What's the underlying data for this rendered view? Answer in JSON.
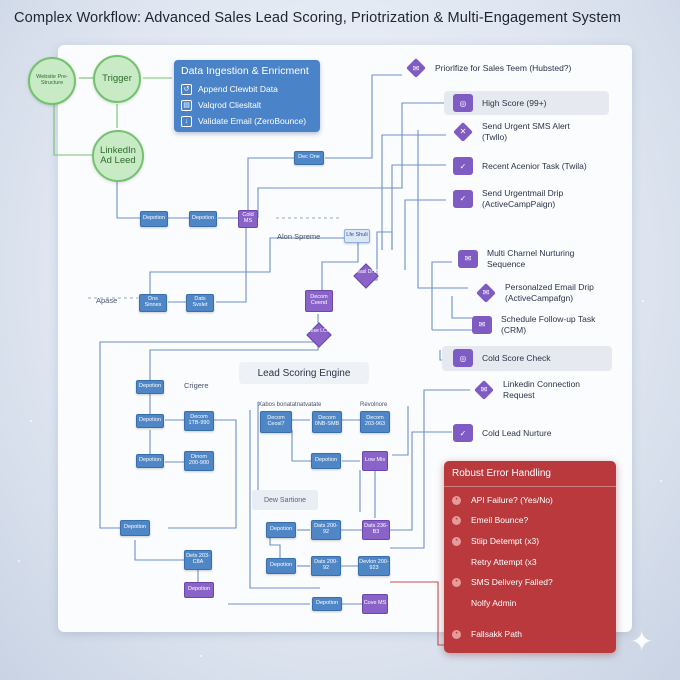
{
  "title": "Complex Workflow: Advanced Sales Lead Scoring, Priotrization & Multi-Engagement System",
  "sources": {
    "website": "Website Pre-Structure",
    "trigger": "Trigger",
    "linkedin": "LinkedIn Ad Leed"
  },
  "ingestion": {
    "heading": "Data Ingestion & Enricment",
    "items": [
      "Append Clewbit Data",
      "Valqrod Cliesltalt",
      "Validate Email (ZeroBounce)"
    ]
  },
  "flow_boxes": {
    "dec_one": "Dec One",
    "depotion": "Depotion",
    "cold_ms": "Cold MS",
    "alon_spreme": "Alon Spreme",
    "lfe_shuli": "Lfe Shuli",
    "apase": "Apase",
    "dns_sinnes": "Dns Sinnes",
    "dats_svslet": "Dats Svslet",
    "cead_dhb": "Ceasl DHB",
    "decom_ceend": "Decom Ceend",
    "cose_lcil": "Cose LCIL",
    "crigere": "Crigere",
    "decom_1": "Decom 1TB-990",
    "dinom": "Dinom 200-900",
    "depotion_label": "Depotion"
  },
  "engine": {
    "title": "Lead Scoring Engine",
    "header_text": "Xabos bonatatnatvatate",
    "header_text_2": "Revolnore",
    "decom_ceosl": "Decom Ceosl7",
    "decom_onb": "Decom 0NB-SMB",
    "decom_200": "Decom 203-963",
    "low_mis": "Low Mis",
    "dew_sartione": "Dew Sartione",
    "dats_1": "Dats 200-92",
    "dats_2": "Dats 236-B3",
    "dats_3": "Dats 200-92",
    "devlon": "Devlon 200-923",
    "dets_203": "Dets 203-C8A",
    "cove_ms": "Cove MS"
  },
  "right_items": [
    {
      "label": "Priorlfize for Sales Teem (Hubsted?)",
      "icon": "diamond-mail-icon"
    },
    {
      "label": "High Score (99+)",
      "icon": "score-icon"
    },
    {
      "label": "Send Urgent SMS Alert (Twllo)",
      "icon": "x-icon"
    },
    {
      "label": "Recent Acenior Task (Twila)",
      "icon": "check-icon"
    },
    {
      "label": "Send Urgentmail Drip (ActiveCampPaign)",
      "icon": "check-icon"
    },
    {
      "label": "Multi Charnel Nurturing Sequence",
      "icon": "mail-icon"
    },
    {
      "label": "Personalzed Email Drip (ActiveCampafgn)",
      "icon": "mail-icon"
    },
    {
      "label": "Schedule Follow-up Task (CRM)",
      "icon": "mail-icon"
    },
    {
      "label": "Cold Score Check",
      "icon": "score-icon"
    },
    {
      "label": "Linkedin Connection Request",
      "icon": "mail-icon"
    },
    {
      "label": "Cold Lead Nurture",
      "icon": "check-icon"
    }
  ],
  "error": {
    "heading": "Robust Error Handling",
    "items": [
      {
        "label": "API Failure? (Yes/No)",
        "icon": true
      },
      {
        "label": "Emeil Bounce?",
        "icon": true
      },
      {
        "label": "Stiip Detempt (x3)",
        "icon": true
      },
      {
        "label": "Retry Attempt (x3",
        "icon": false
      },
      {
        "label": "SMS Delivery Falled?",
        "icon": true
      },
      {
        "label": "Nolfy Admin",
        "icon": false
      },
      {
        "label": "Fallsakk Path",
        "icon": true
      }
    ]
  },
  "colors": {
    "blue": "#4f86c6",
    "purple": "#8a63c9",
    "green": "#74c26f",
    "red": "#b9393d"
  }
}
